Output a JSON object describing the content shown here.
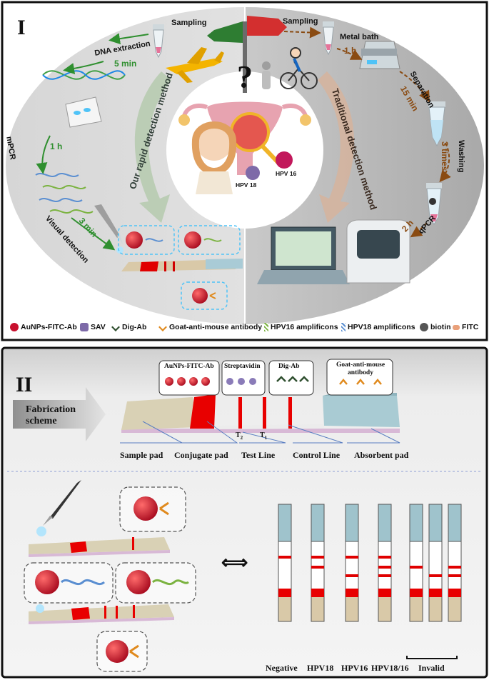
{
  "panel_I": {
    "label": "I",
    "rapid": {
      "method_title": "Our rapid detection method",
      "sampling": "Sampling",
      "dna_extraction": "DNA extraction",
      "time_extraction": "5 min",
      "mpcr": "mPCR",
      "time_mpcr": "1 h",
      "visual_detection": "Visual detection",
      "time_visual": "3 min"
    },
    "traditional": {
      "method_title": "Traditional detection method",
      "sampling": "Sampling",
      "metal_bath": "Metal bath",
      "time_bath": "1 h",
      "separation": "Separation",
      "time_separation": "15 min",
      "washing": "Washing",
      "times_washing": "3 times",
      "qpcr": "qPCR",
      "time_qpcr": "2 h"
    },
    "virus_labels": [
      "HPV 18",
      "HPV 16"
    ],
    "question_mark": "?",
    "legend": [
      {
        "label": "AuNPs-FITC-Ab",
        "color": "#c8102e"
      },
      {
        "label": "SAV",
        "color": "#7d6aa8"
      },
      {
        "label": "Dig-Ab",
        "color": "#2f4f2f"
      },
      {
        "label": "Goat-anti-mouse antibody",
        "color": "#e08a1e"
      },
      {
        "label": "HPV16 amplificons",
        "color": "#7cb342"
      },
      {
        "label": "HPV18 amplificons",
        "color": "#5b8fd1"
      },
      {
        "label": "biotin",
        "color": "#555555"
      },
      {
        "label": "FITC",
        "color": "#e9a07a"
      }
    ]
  },
  "panel_II": {
    "label": "II",
    "fabrication_scheme": "Fabrication scheme",
    "reagents": [
      "AuNPs-FITC-Ab",
      "Streptavidin",
      "Dig-Ab",
      "Goat-anti-mouse antibody"
    ],
    "line_labels": {
      "t2": "T2",
      "t1": "T1"
    },
    "parts": [
      "Sample pad",
      "Conjugate pad",
      "Test Line",
      "Control Line",
      "Absorbent pad"
    ],
    "strips": [
      {
        "label": "Negative",
        "bands": [
          0,
          0,
          1
        ]
      },
      {
        "label": "HPV18",
        "bands": [
          1,
          0,
          1
        ]
      },
      {
        "label": "HPV16",
        "bands": [
          0,
          1,
          1
        ]
      },
      {
        "label": "HPV18/16",
        "bands": [
          1,
          1,
          1
        ]
      }
    ],
    "invalid_label": "Invalid",
    "invalid_strips": [
      [
        1,
        0,
        0
      ],
      [
        0,
        1,
        0
      ],
      [
        1,
        1,
        0
      ]
    ],
    "equivalence": "⟺"
  }
}
